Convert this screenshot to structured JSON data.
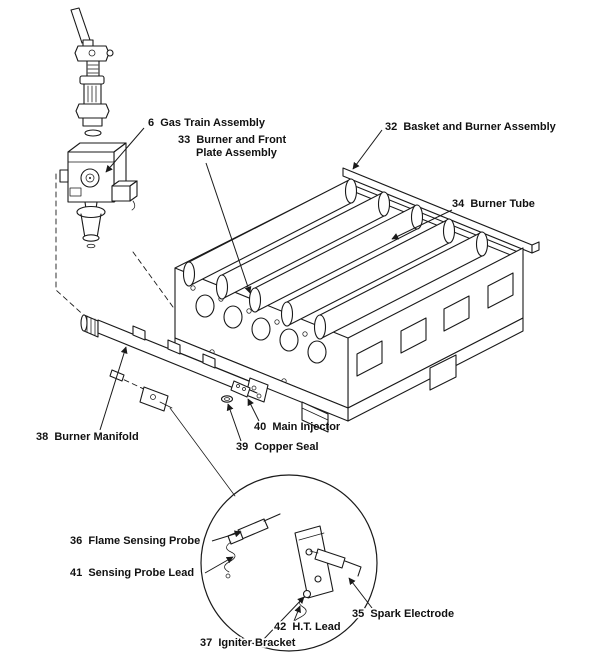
{
  "figure": {
    "background": "#ffffff",
    "line_color": "#1a1a1a",
    "description": "Exploded parts diagram of gas burner assembly"
  },
  "labels": {
    "gas_train": "6  Gas Train Assembly",
    "burner_front_1": "33  Burner and Front",
    "burner_front_2": "Plate Assembly",
    "basket": "32  Basket and Burner Assembly",
    "burner_tube": "34  Burner Tube",
    "burner_manifold": "38  Burner Manifold",
    "main_injector": "40  Main Injector",
    "copper_seal": "39  Copper Seal",
    "flame_probe": "36  Flame Sensing Probe",
    "probe_lead": "41  Sensing Probe Lead",
    "spark_electrode": "35  Spark Electrode",
    "ht_lead": "42  H.T. Lead",
    "igniter_bracket": "37  Igniter Bracket"
  },
  "parts": [
    {
      "num": "6",
      "name": "Gas Train Assembly"
    },
    {
      "num": "32",
      "name": "Basket and Burner Assembly"
    },
    {
      "num": "33",
      "name": "Burner and Front Plate Assembly"
    },
    {
      "num": "34",
      "name": "Burner Tube"
    },
    {
      "num": "35",
      "name": "Spark Electrode"
    },
    {
      "num": "36",
      "name": "Flame Sensing Probe"
    },
    {
      "num": "37",
      "name": "Igniter Bracket"
    },
    {
      "num": "38",
      "name": "Burner Manifold"
    },
    {
      "num": "39",
      "name": "Copper Seal"
    },
    {
      "num": "40",
      "name": "Main Injector"
    },
    {
      "num": "41",
      "name": "Sensing Probe Lead"
    },
    {
      "num": "42",
      "name": "H.T. Lead"
    }
  ]
}
